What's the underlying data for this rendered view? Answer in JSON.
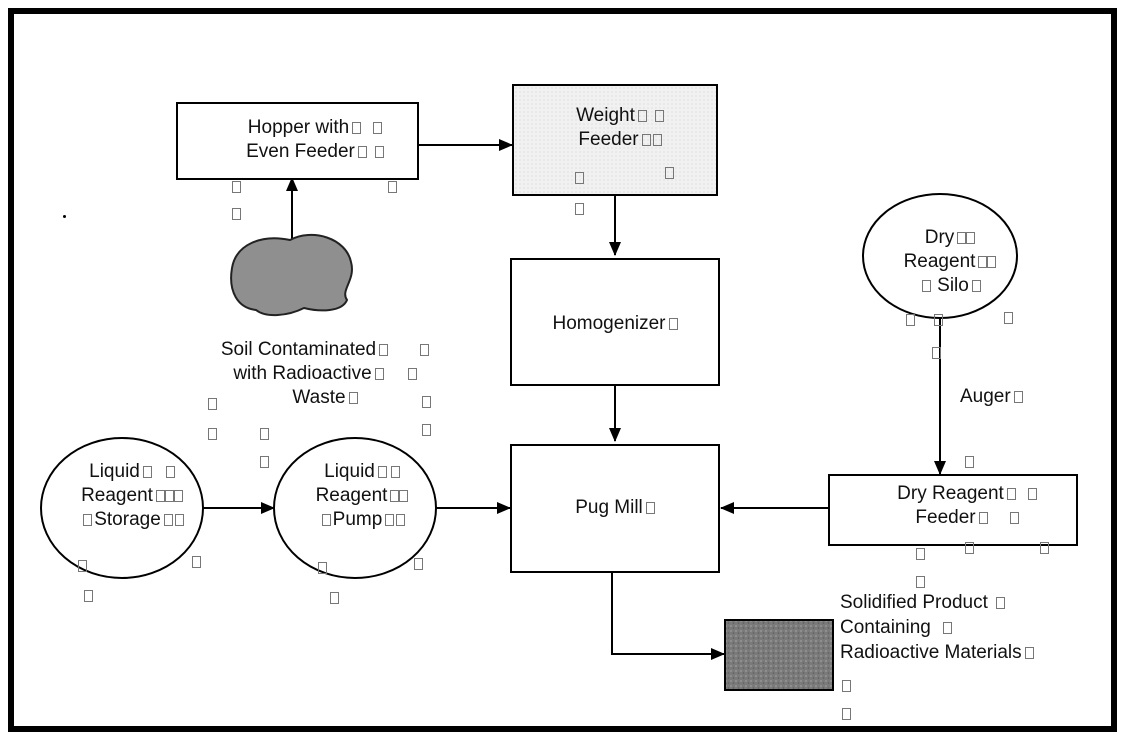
{
  "nodes": {
    "hopper": {
      "line1": "Hopper with",
      "line2": "Even Feeder"
    },
    "weight_feeder": {
      "line1": "Weight",
      "line2": "Feeder"
    },
    "homogenizer": {
      "label": "Homogenizer"
    },
    "pug_mill": {
      "label": "Pug Mill"
    },
    "dry_reagent_silo": {
      "line1": "Dry",
      "line2": "Reagent",
      "line3": "Silo"
    },
    "dry_reagent_feeder": {
      "line1": "Dry Reagent",
      "line2": "Feeder"
    },
    "liquid_reagent_storage": {
      "line1": "Liquid",
      "line2": "Reagent",
      "line3": "Storage"
    },
    "liquid_reagent_pump": {
      "line1": "Liquid",
      "line2": "Reagent",
      "line3": "Pump"
    }
  },
  "labels": {
    "soil": {
      "line1": "Soil Contaminated",
      "line2": "with Radioactive",
      "line3": "Waste"
    },
    "auger": "Auger",
    "product": {
      "line1": "Solidified Product",
      "line2": "Containing",
      "line3": "Radioactive Materials"
    }
  },
  "colors": {
    "line": "#000000",
    "soil_fill": "#8f8f8f",
    "product_fill": "#7a7a7a",
    "stipple": "#f1f1f1"
  }
}
